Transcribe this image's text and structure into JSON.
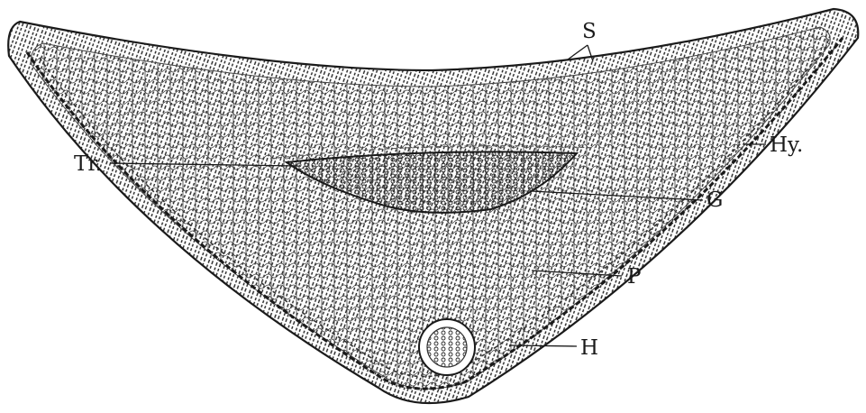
{
  "labels": {
    "s": "S",
    "hy": "Hy.",
    "tr": "Tr.",
    "g": "G",
    "p": "P",
    "h": "H"
  },
  "colors": {
    "ink": "#1a1a1a",
    "paper": "#ffffff"
  }
}
